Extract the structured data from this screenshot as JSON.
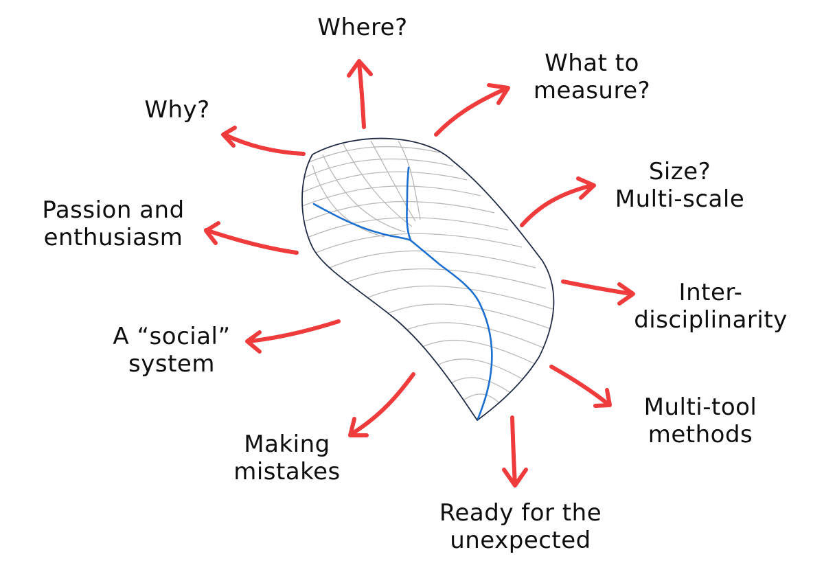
{
  "colors": {
    "arrow": "#ef3b3b",
    "outline": "#1f2a44",
    "contour": "#b8b8b8",
    "stream": "#1a6fd1",
    "text": "#0e0e0e"
  },
  "labels": {
    "where": [
      "Where?"
    ],
    "what_to_measure": [
      "What to",
      "measure?"
    ],
    "why": [
      "Why?"
    ],
    "size": [
      "Size?",
      "Multi-scale"
    ],
    "passion": [
      "Passion and",
      "enthusiasm"
    ],
    "interdisciplinarity": [
      "Inter-",
      "disciplinarity"
    ],
    "social": [
      "A “social”",
      "system"
    ],
    "multitool": [
      "Multi-tool",
      "methods"
    ],
    "mistakes": [
      "Making",
      "mistakes"
    ],
    "unexpected": [
      "Ready for the",
      "unexpected"
    ]
  }
}
